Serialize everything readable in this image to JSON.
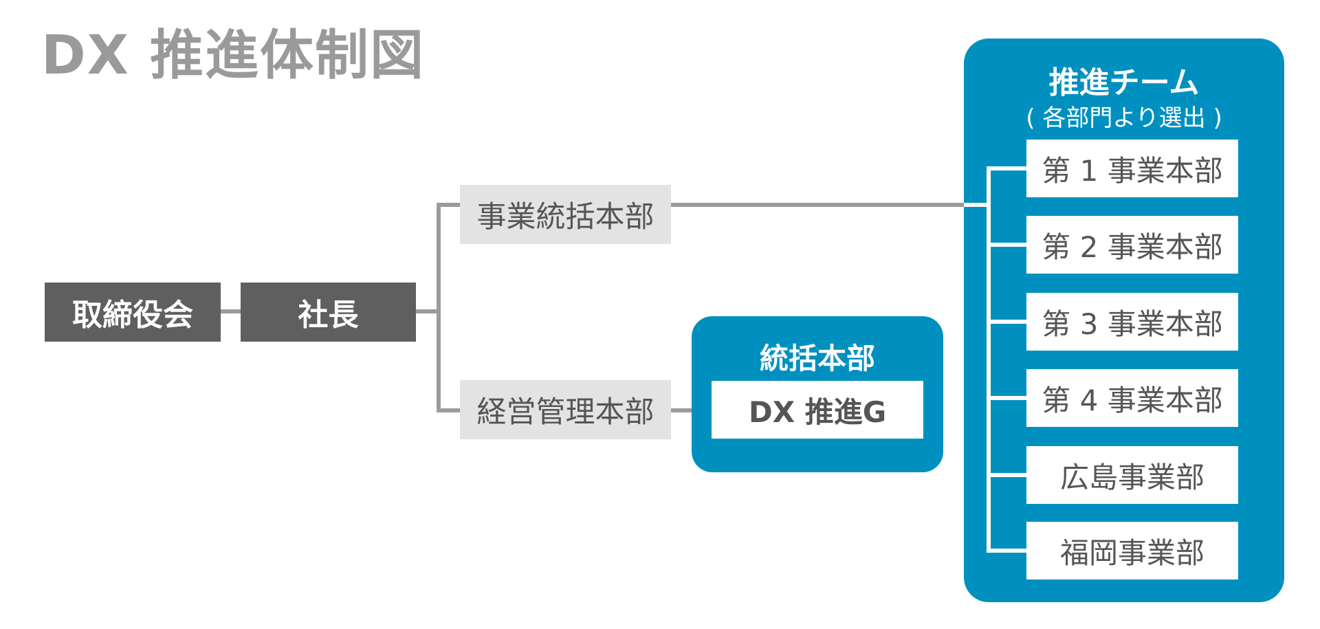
{
  "title": "DX 推進体制図",
  "colors": {
    "title_gray": "#9a9a9a",
    "dark_box": "#5f5f5f",
    "light_box": "#e3e3e3",
    "accent_blue": "#0090c0",
    "connector_gray": "#9b9b9b",
    "text_gray": "#555555"
  },
  "board": "取締役会",
  "president": "社長",
  "hq": {
    "business": "事業統括本部",
    "management": "経営管理本部"
  },
  "general_hq": {
    "title": "統括本部",
    "member": "DX 推進G"
  },
  "team": {
    "title": "推進チーム",
    "subtitle": "( 各部門より選出 )",
    "members": [
      "第 1 事業本部",
      "第 2 事業本部",
      "第 3 事業本部",
      "第 4 事業本部",
      "広島事業部",
      "福岡事業部"
    ]
  }
}
